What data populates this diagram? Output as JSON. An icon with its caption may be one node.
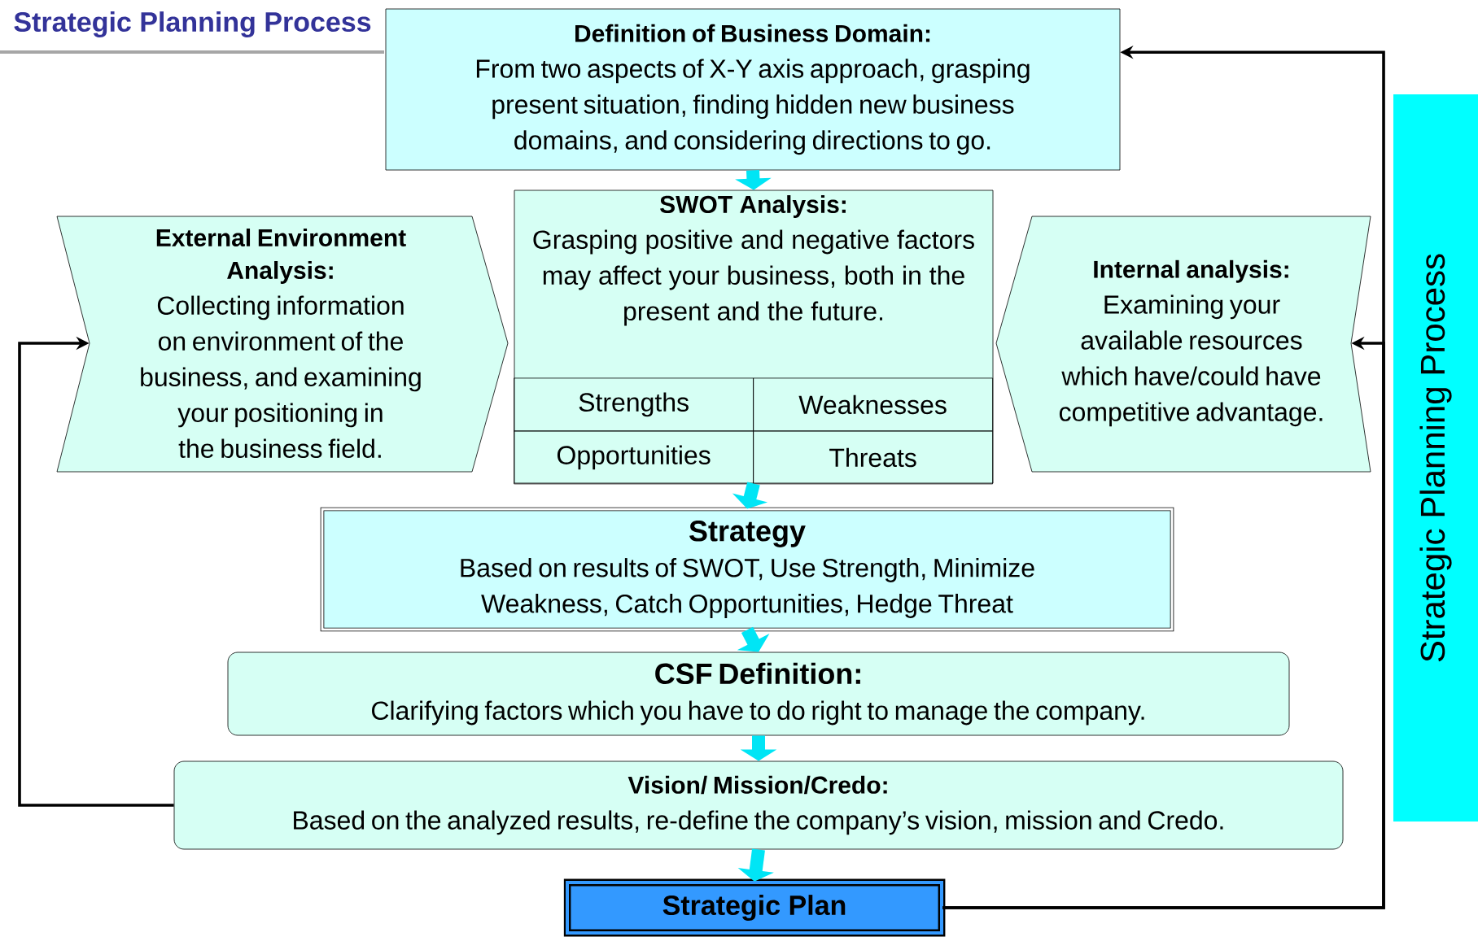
{
  "diagram": {
    "title": "Strategic Planning Process",
    "nodes": [
      {
        "text": [
          "Definition of Business Domain:",
          "From two aspects of X-Y axis approach, grasping present situation, finding hidden new business domains, and considering directions to go."
        ]
      },
      {
        "text": [
          "External Environment Analysis:",
          "Collecting information on environment of the business, and examining your positioning in the business field."
        ]
      },
      {
        "text": [
          "SWOT Analysis:",
          "Grasping positive and negative factors may affect your business, both in the present and the future."
        ]
      },
      {
        "text": [
          "Strengths"
        ],
        "in": 2
      },
      {
        "text": [
          "Weaknesses"
        ],
        "in": 2
      },
      {
        "text": [
          "Opportunities"
        ],
        "in": 2
      },
      {
        "text": [
          "Threats"
        ],
        "in": 2
      },
      {
        "text": [
          "Internal analysis:",
          "Examining your available resources which have/could have competitive advantage."
        ]
      },
      {
        "text": [
          "Strategy",
          "Based on results of SWOT, Use Strength, Minimize Weakness, Catch Opportunities, Hedge Threat"
        ]
      },
      {
        "text": [
          "CSF Definition:",
          "Clarifying factors which you have to do right to manage the company."
        ]
      },
      {
        "text": [
          "Vision/ Mission/Credo:",
          "Based on the analyzed results, re-define the company’s vision, mission and Credo."
        ]
      },
      {
        "text": [
          "Strategic Plan"
        ]
      },
      {
        "text": [
          "Strategic Planning Process"
        ]
      }
    ],
    "edges": [
      {
        "from": 0,
        "to": 2,
        "arrow": "to"
      },
      {
        "from": 2,
        "to": 8,
        "arrow": "to"
      },
      {
        "from": 8,
        "to": 9,
        "arrow": "to"
      },
      {
        "from": 9,
        "to": 10,
        "arrow": "to"
      },
      {
        "from": 10,
        "to": 11,
        "arrow": "to"
      },
      {
        "from": 11,
        "to": 0,
        "arrow": "to",
        "color": "#000000"
      },
      {
        "from": 11,
        "to": 7,
        "arrow": "to",
        "color": "#000000"
      },
      {
        "from": 10,
        "to": 1,
        "arrow": "to",
        "color": "#000000"
      }
    ]
  }
}
